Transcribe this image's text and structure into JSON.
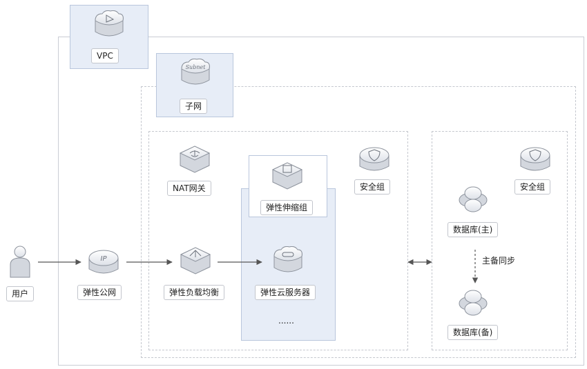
{
  "nodes": {
    "vpc": "VPC",
    "subnet": "子网",
    "subnet_icon_text": "Subnet",
    "nat_gateway": "NAT网关",
    "security_group_1": "安全组",
    "security_group_2": "安全组",
    "auto_scaling_group": "弹性伸缩组",
    "user": "用户",
    "eip": "弹性公网",
    "elb": "弹性负载均衡",
    "ecs": "弹性云服务器",
    "ellipsis": "......",
    "db_primary": "数据库(主)",
    "db_standby": "数据库(备)",
    "sync_label": "主备同步"
  },
  "icons": [
    "vpc-icon",
    "subnet-icon",
    "nat-gateway-icon",
    "security-group-icon",
    "auto-scaling-icon",
    "user-icon",
    "eip-icon",
    "elb-icon",
    "ecs-icon",
    "database-icon"
  ],
  "colors": {
    "shade": "#e7edf7",
    "border": "#c9ccd4",
    "arrow": "#555555"
  }
}
